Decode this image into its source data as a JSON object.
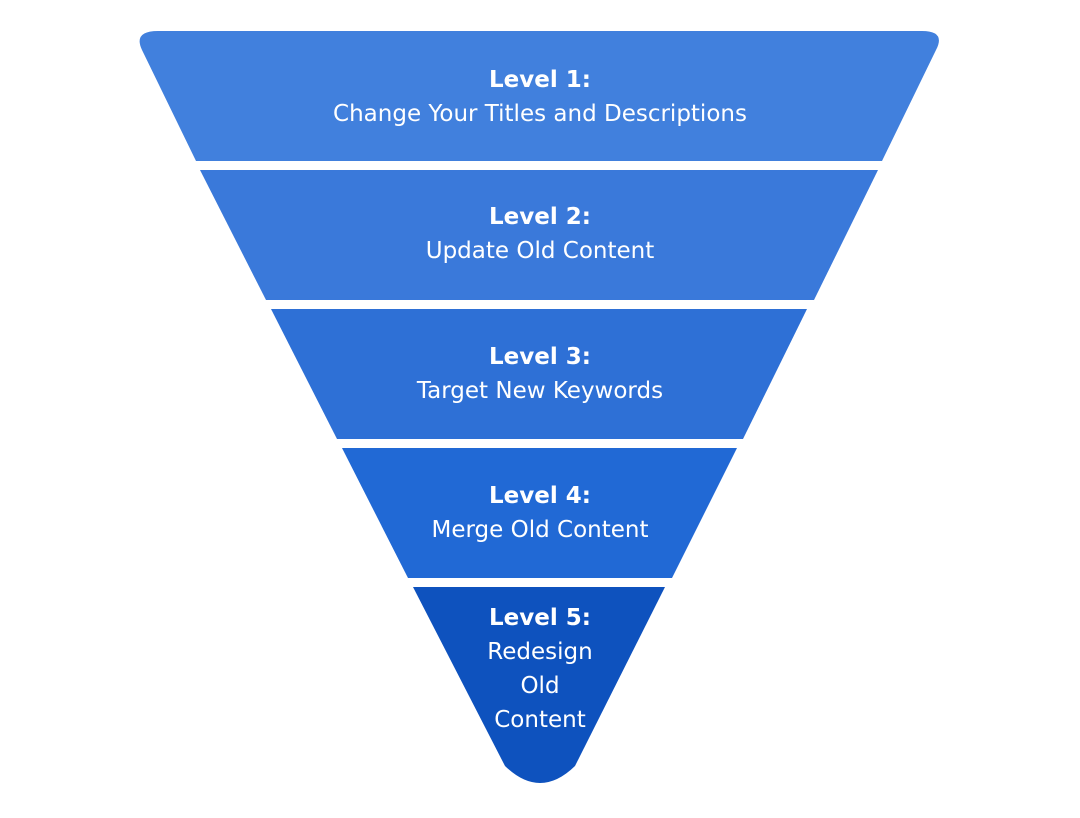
{
  "levels": [
    {
      "title": "Level 1:",
      "desc": "Change Your Titles and Descriptions",
      "color": "#4180dd"
    },
    {
      "title": "Level 2:",
      "desc": "Update Old Content",
      "color": "#3a79da"
    },
    {
      "title": "Level 3:",
      "desc": "Target New Keywords",
      "color": "#2e70d6"
    },
    {
      "title": "Level 4:",
      "desc": "Merge Old Content",
      "color": "#2169d5"
    },
    {
      "title": "Level 5:",
      "desc": "Redesign\nOld\nContent",
      "color": "#0e52be"
    }
  ]
}
